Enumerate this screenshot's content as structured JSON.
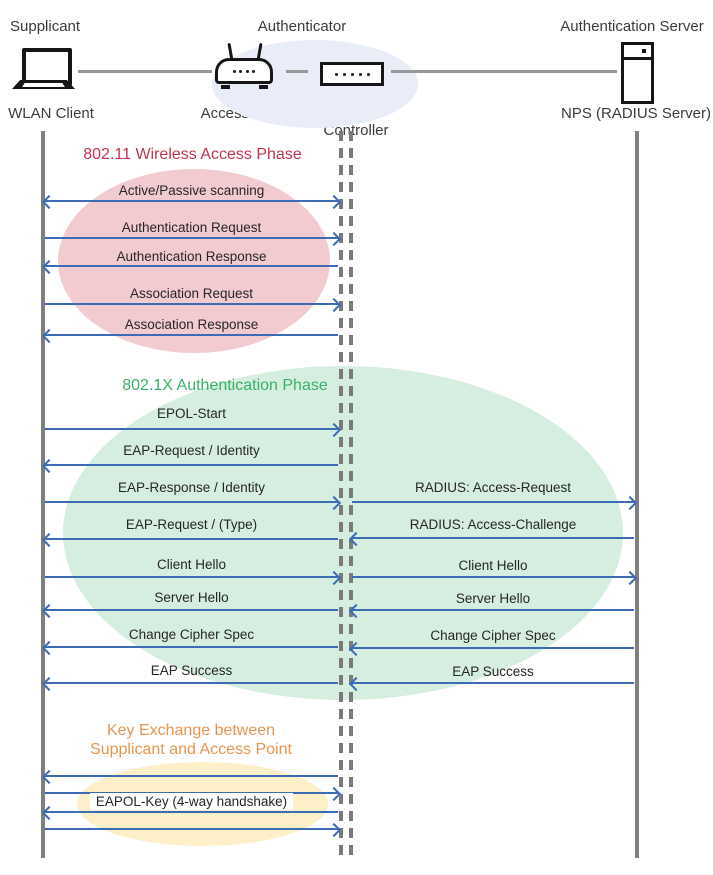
{
  "actors": {
    "supplicant": {
      "role": "Supplicant",
      "node": "WLAN Client"
    },
    "authenticator": {
      "role": "Authenticator",
      "ap": "Access Point",
      "controller": "WLAN Controller"
    },
    "server": {
      "role": "Authentication Server",
      "node": "NPS (RADIUS Server)"
    }
  },
  "icons": {
    "supplicant": "laptop-icon",
    "access_point": "wireless-router-icon",
    "controller": "controller-box-icon",
    "server": "server-tower-icon"
  },
  "phases": {
    "p1": {
      "title": "802.11 Wireless Access Phase",
      "title_color": "#C2344E",
      "ellipse_color": "#F2CBD1"
    },
    "p2": {
      "title": "802.1X Authentication Phase",
      "title_color": "#36B266",
      "ellipse_color": "#D5EEDF"
    },
    "p3": {
      "title_line1": "Key Exchange between",
      "title_line2": "Supplicant and Access Point",
      "title_color": "#E8954F",
      "ellipse_color": "#FDF0C8",
      "message": "EAPOL-Key (4-way handshake)"
    }
  },
  "messages": {
    "supplicant_to_controller": [
      {
        "label": "Active/Passive scanning",
        "direction": "both"
      },
      {
        "label": "Authentication Request",
        "direction": "right"
      },
      {
        "label": "Authentication Response",
        "direction": "left"
      },
      {
        "label": "Association Request",
        "direction": "right"
      },
      {
        "label": "Association Response",
        "direction": "left"
      },
      {
        "label": "EPOL-Start",
        "direction": "right"
      },
      {
        "label": "EAP-Request / Identity",
        "direction": "left"
      },
      {
        "label": "EAP-Response / Identity",
        "direction": "right"
      },
      {
        "label": "EAP-Request / (Type)",
        "direction": "left"
      },
      {
        "label": "Client Hello",
        "direction": "right"
      },
      {
        "label": "Server Hello",
        "direction": "left"
      },
      {
        "label": "Change Cipher Spec",
        "direction": "left"
      },
      {
        "label": "EAP Success",
        "direction": "left"
      }
    ],
    "controller_to_server": [
      {
        "label": "RADIUS: Access-Request",
        "direction": "right"
      },
      {
        "label": "RADIUS: Access-Challenge",
        "direction": "left"
      },
      {
        "label": "Client Hello",
        "direction": "right"
      },
      {
        "label": "Server Hello",
        "direction": "left"
      },
      {
        "label": "Change Cipher Spec",
        "direction": "left"
      },
      {
        "label": "EAP Success",
        "direction": "left"
      }
    ]
  },
  "colors": {
    "arrow": "#3D6CB4",
    "lifeline": "#7F7F7F",
    "connector": "#989898",
    "authenticator_ellipse": "#E9EDF7",
    "message_text": "#262626"
  }
}
